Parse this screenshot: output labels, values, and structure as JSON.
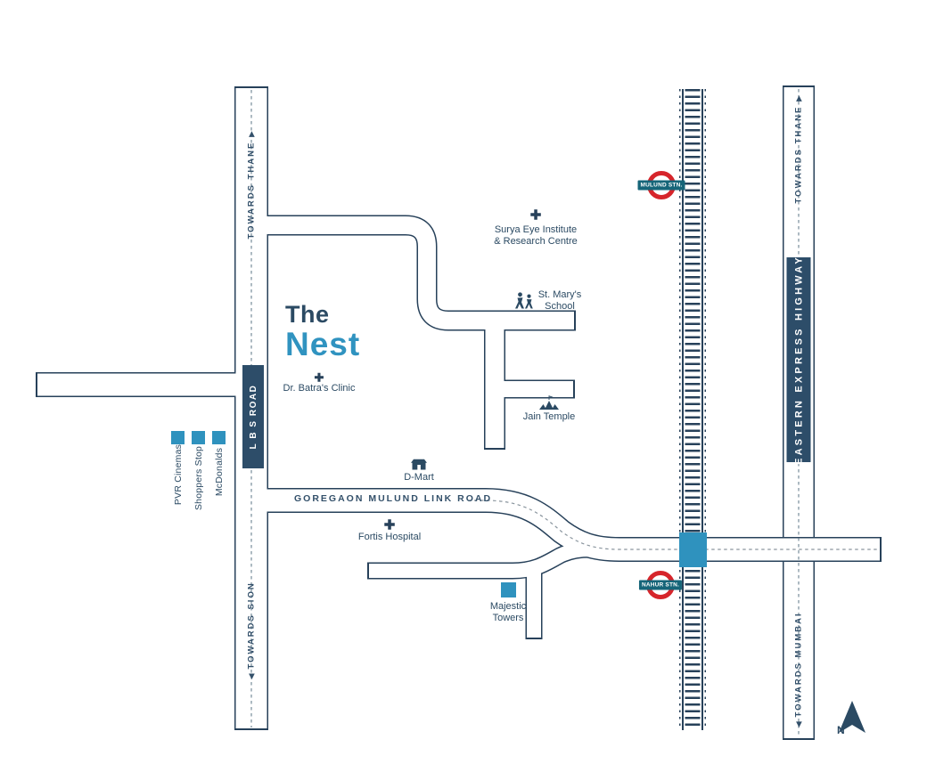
{
  "colors": {
    "navy_text": "#2b4a63",
    "road_line": "#27415a",
    "accent_blue": "#3093c0",
    "badge_navy": "#2d4d69",
    "roundel_red": "#d6252b",
    "station_bar_teal": "#166579"
  },
  "brand": {
    "line1": "The",
    "line2": "Nest"
  },
  "roads": {
    "lbs": {
      "badge": "L B S ROAD",
      "towards_top": "TOWARDS THANE",
      "towards_bottom": "TOWARDS SION"
    },
    "eeh": {
      "badge": "EASTERN EXPRESS HIGHWAY",
      "towards_top": "TOWARDS THANE",
      "towards_bottom": "TOWARDS MUMBAI"
    },
    "gmlr": {
      "label": "GOREGAON MULUND LINK ROAD"
    }
  },
  "stations": {
    "mulund": "MULUND STN.",
    "nahur": "NAHUR STN."
  },
  "landmarks": {
    "surya": {
      "line1": "Surya Eye Institute",
      "line2": "& Research Centre"
    },
    "st_marys": {
      "line1": "St. Mary's",
      "line2": "School"
    },
    "dr_batras": {
      "label": "Dr. Batra's Clinic"
    },
    "jain_temple": {
      "label": "Jain Temple"
    },
    "dmart": {
      "label": "D-Mart"
    },
    "fortis": {
      "label": "Fortis Hospital"
    },
    "majestic": {
      "line1": "Majestic",
      "line2": "Towers"
    },
    "pvr": {
      "label": "PVR Cinemas"
    },
    "shoppers": {
      "label": "Shoppers Stop"
    },
    "mcdonalds": {
      "label": "McDonalds"
    }
  },
  "icons": {
    "cross": "✚",
    "arrow_up": "▶",
    "arrow_down": "◀"
  },
  "compass": {
    "label": "N"
  }
}
